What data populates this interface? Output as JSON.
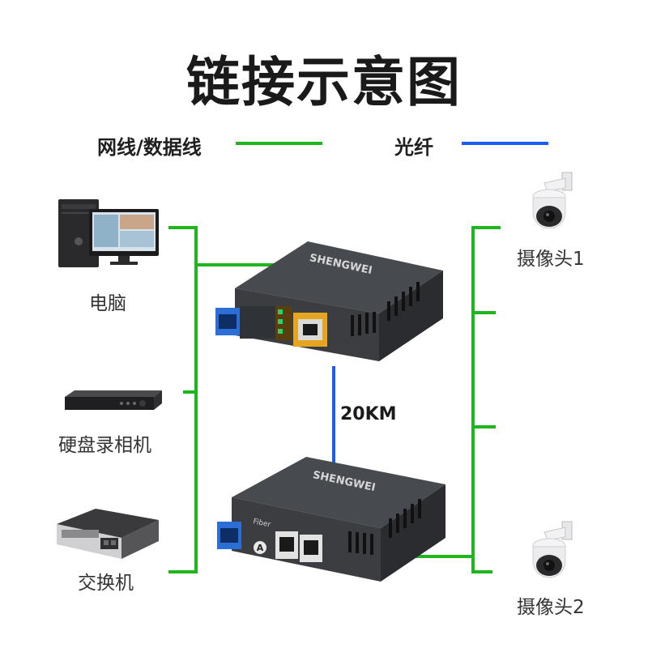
{
  "title": "链接示意图",
  "legend": {
    "cable_label": "网线/数据线",
    "fiber_label": "光纤",
    "cable_color": "#1fb51f",
    "fiber_color": "#1e5bf0"
  },
  "devices": {
    "computer": "电脑",
    "nvr": "硬盘录相机",
    "switch": "交换机",
    "camera1": "摄像头1",
    "camera2": "摄像头2"
  },
  "converter": {
    "brand": "SHENGWEI",
    "fiber_port_label": "Fiber",
    "fiber_port_marker": "A"
  },
  "link": {
    "distance": "20KM"
  }
}
